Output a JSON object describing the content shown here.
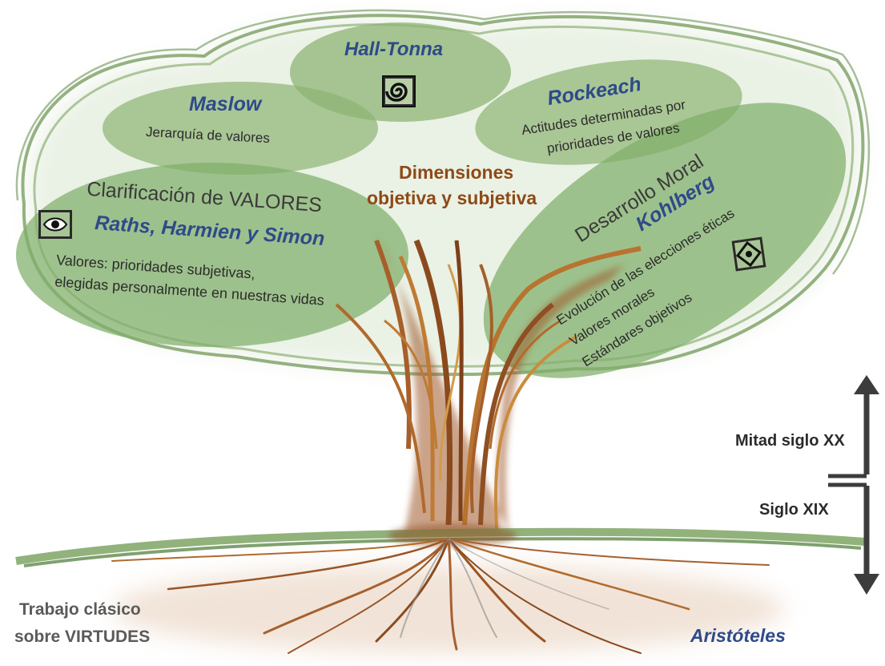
{
  "tree": {
    "center": {
      "line1": "Dimensiones",
      "line2": "objetiva y subjetiva"
    },
    "hall_tonna": {
      "name": "Hall-Tonna",
      "icon": "spiral-icon"
    },
    "maslow": {
      "name": "Maslow",
      "desc": "Jerarquía de valores"
    },
    "rokeach": {
      "name": "Rockeach",
      "desc1": "Actitudes determinadas por",
      "desc2": "prioridades de valores"
    },
    "clarificacion": {
      "title": "Clarificación de VALORES",
      "authors": "Raths, Harmien y Simon",
      "desc1": "Valores: prioridades subjetivas,",
      "desc2": "elegidas personalmente en nuestras vidas",
      "icon": "eye-icon"
    },
    "kohlberg": {
      "title": "Desarrollo Moral",
      "name": "Kohlberg",
      "desc1": "Evolución de las elecciones éticas",
      "desc2": "Valores morales",
      "desc3": "Estándares objetivos",
      "icon": "compass-icon"
    }
  },
  "timeline": {
    "upper": "Mitad siglo XX",
    "lower": "Siglo XIX"
  },
  "roots": {
    "line1": "Trabajo clásico",
    "line2": "sobre VIRTUDES",
    "author": "Aristóteles"
  },
  "colors": {
    "leaf": "#7fae6a",
    "trunk": "#9a5526",
    "author_blue": "#2e4a8a",
    "center_brown": "#8e4a16"
  }
}
